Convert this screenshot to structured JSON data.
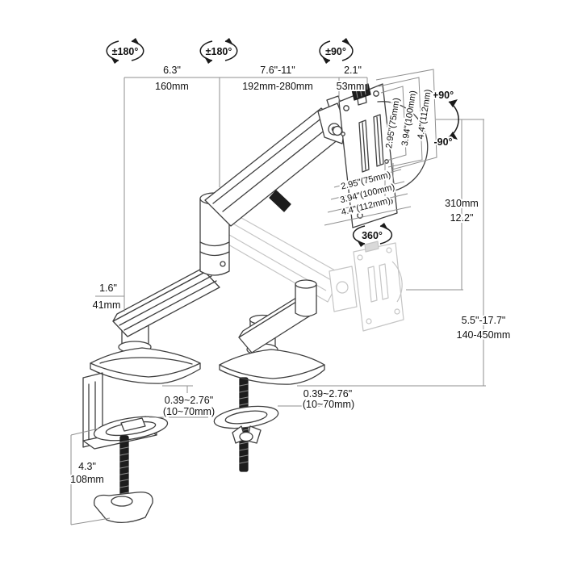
{
  "colors": {
    "line": "#3f3f3f",
    "ghost": "#c5c5c5",
    "dim_line": "#8f8f8f",
    "text": "#111111",
    "dark": "#1d1d1d",
    "background": "#ffffff"
  },
  "rotation": {
    "base_swivel": "±180°",
    "elbow_swivel": "±180°",
    "head_swivel": "±90°",
    "tilt_up": "+90°",
    "tilt_down": "-90°",
    "vesa_spin": "360°"
  },
  "dims": {
    "forearm_in": "6.3\"",
    "forearm_mm": "160mm",
    "upper_arm_in": "7.6\"-11\"",
    "upper_arm_mm": "192mm-280mm",
    "head_in": "2.1\"",
    "head_mm": "53mm",
    "arm_profile_in": "1.6\"",
    "arm_profile_mm": "41mm",
    "lift_mm": "310mm",
    "lift_in": "12.2\"",
    "height_in": "5.5\"-17.7\"",
    "height_mm": "140-450mm",
    "clamp_in": "4.3\"",
    "clamp_mm": "108mm",
    "desk_clamp_in": "0.39~2.76\"",
    "desk_clamp_mm": "(10~70mm)",
    "desk_grommet_in": "0.39~2.76\"",
    "desk_grommet_mm": "(10~70mm)",
    "vesa_v": [
      "2.95\"(75mm)",
      "3.94\"(100mm)",
      "4.4\"(112mm)"
    ],
    "vesa_d": [
      "2.95\"(75mm)",
      "3.94\"(100mm)",
      "4.4\"(112mm)"
    ]
  }
}
